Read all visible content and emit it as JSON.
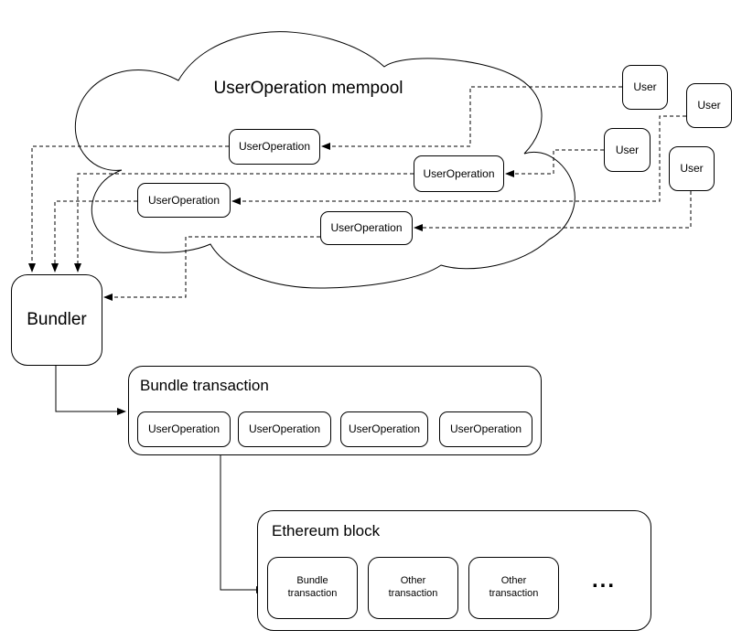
{
  "colors": {
    "stroke": "#000000",
    "background": "#ffffff"
  },
  "mempool": {
    "title": "UserOperation mempool",
    "operations": [
      "UserOperation",
      "UserOperation",
      "UserOperation",
      "UserOperation"
    ]
  },
  "users": [
    {
      "label": "User"
    },
    {
      "label": "User"
    },
    {
      "label": "User"
    },
    {
      "label": "User"
    }
  ],
  "bundler": {
    "label": "Bundler"
  },
  "bundle_transaction": {
    "title": "Bundle transaction",
    "operations": [
      "UserOperation",
      "UserOperation",
      "UserOperation",
      "UserOperation"
    ]
  },
  "ethereum_block": {
    "title": "Ethereum block",
    "transactions": [
      {
        "line1": "Bundle",
        "line2": "transaction"
      },
      {
        "line1": "Other",
        "line2": "transaction"
      },
      {
        "line1": "Other",
        "line2": "transaction"
      }
    ],
    "more": "..."
  }
}
